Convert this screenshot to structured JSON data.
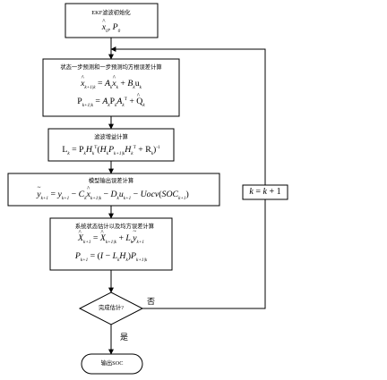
{
  "step_init": {
    "title": "EKF滤波初始化",
    "eq": {
      "x": "x",
      "x_sub": "0",
      "sep": ", ",
      "P": "P",
      "P_sub": "0"
    }
  },
  "step_predict": {
    "title": "状态一步预测和一步预测均方根误差计算",
    "eq1": {
      "lhs": "x",
      "lhs_sub": "k+1|k",
      "eq": " = ",
      "A": "A",
      "A_sub": "k",
      "x": "x",
      "x_sub": "k",
      "plus": " + ",
      "B": "B",
      "B_sub": "k",
      "u": "u",
      "u_sub": "k"
    },
    "eq2": {
      "lhs": "P",
      "lhs_sub": "k+1|k",
      "eq": " = ",
      "A": "A",
      "A_sub": "k",
      "P": "P",
      "P_sub": "k",
      "A2": "A",
      "A2_sub": "k",
      "A2_sup": "T",
      "plus": " + ",
      "Q": "Q",
      "Q_sub": "k"
    }
  },
  "step_gain": {
    "title": "滤波增益计算",
    "eq": {
      "lhs": "L",
      "lhs_sub": "k",
      "eq": " = ",
      "P": "P",
      "P_sub": "k",
      "H": "H",
      "H_sub": "k",
      "H_sup": "T",
      "open": "(",
      "H2": "H",
      "H2_sub": "k",
      "P2": "P",
      "P2_sub": "k+1|k",
      "H3": "H",
      "H3_sub": "k",
      "H3_sup": "T",
      "plus": " + ",
      "R": "R",
      "R_sub": "k",
      "close": ")",
      "inv": "-1"
    }
  },
  "step_output": {
    "title": "模型输出误差计算",
    "eq": {
      "lhs": "y",
      "lhs_sub": "k+1",
      "eq": " = ",
      "y": "y",
      "y_sub": "k+1",
      "minus1": " − ",
      "C": "C",
      "C_sub": "k",
      "x": "x",
      "x_sub": "k+1|k",
      "minus2": " − ",
      "D": "D",
      "D_sub": "k",
      "u": "u",
      "u_sub": "k+1",
      "minus3": " − ",
      "Uocv": "Uocv",
      "open": "(",
      "SOC": "SOC",
      "SOC_sub": "k+1",
      "close": ")"
    }
  },
  "step_update": {
    "title": "系统状态估计以及均方误差计算",
    "eq1": {
      "lhs": "X",
      "lhs_sub": "k+1",
      "eq": " = ",
      "X": "X",
      "X_sub": "k+1|k",
      "plus": " + ",
      "L": "L",
      "L_sub": "k",
      "y": "y",
      "y_sub": "k+1"
    },
    "eq2": {
      "lhs": "P",
      "lhs_sub": "k+1",
      "eq": " = ",
      "open": "(",
      "I": "I",
      "minus": " − ",
      "L": "L",
      "L_sub": "k",
      "H": "H",
      "H_sub": "k",
      "close": ")",
      "P": "P",
      "P_sub": "k+1|k"
    }
  },
  "decision": {
    "label": "完成估计?",
    "no_label": "否",
    "yes_label": "是"
  },
  "loop_box": {
    "k": "k",
    "eq": " = ",
    "k2": "k",
    "plus": " + ",
    "one": "1"
  },
  "end": {
    "label": "输出SOC"
  }
}
